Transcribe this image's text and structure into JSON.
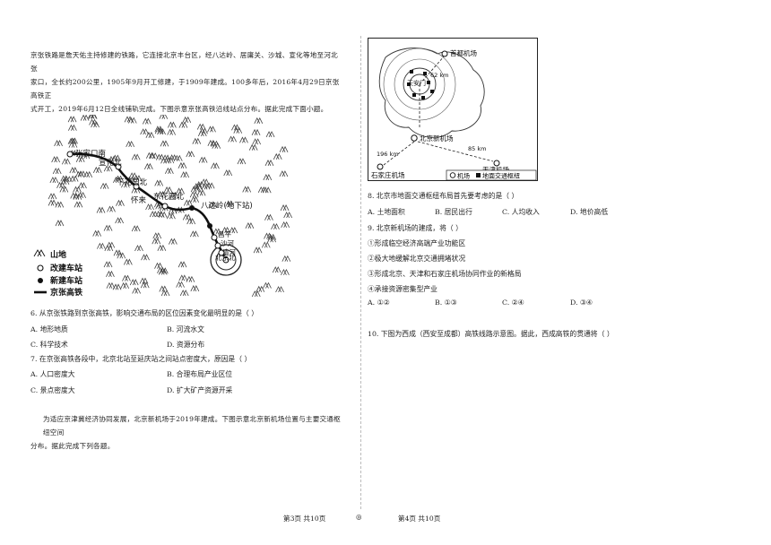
{
  "left": {
    "intro": [
      "京张铁路是詹天佑主持修建的铁路，它连接北京丰台区，经八达岭、居庸关、沙城、宣化等地至河北张",
      "家口，全长约200公里，1905年9月开工修建，于1909年建成。100多年后，2016年4月29日京张高铁正",
      "式开工，2019年6月12日全线铺轨完成。下图示意京张高铁沿线站点分布。据此完成下面小题。"
    ],
    "map1": {
      "stations": [
        "张家口南",
        "宣化北",
        "下花园北",
        "怀来",
        "东花园北",
        "八达岭(地下站)",
        "昌平",
        "沙河",
        "清河",
        "北京北"
      ],
      "legend": [
        "山地",
        "改建车站",
        "新建车站",
        "京张高铁"
      ]
    },
    "q6": {
      "text": "6. 从京张铁路到京张高铁，影响交通布局的区位因素变化最明显的是（   ）",
      "options": [
        "A. 地形地质",
        "B. 河流水文",
        "C. 科学技术",
        "D. 资源分布"
      ]
    },
    "q7": {
      "text": "7. 在京张高铁各段中，北京北站至延庆站之间站点密度大，原因是（   ）",
      "options": [
        "A. 人口密度大",
        "B. 合理布局产业区位",
        "C. 景点密度大",
        "D. 扩大矿产资源开采"
      ]
    },
    "intro2": [
      "为适应京津冀经济协同发展，北京新机场于2019年建成。下图示意北京新机场位置与主要交通枢纽空间",
      "分布。据此完成下列各题。"
    ]
  },
  "right": {
    "map2": {
      "labels": [
        "首都机场",
        "天安门",
        "62 km",
        "北京新机场",
        "196 km",
        "85 km",
        "天津机场",
        "石家庄机场"
      ],
      "legend": [
        "机场",
        "地面交通枢纽"
      ]
    },
    "q8": {
      "text": "8. 北京市地面交通枢纽布局首先要考虑的是（   ）",
      "options": [
        "A. 土地面积",
        "B. 居民出行",
        "C. 人均收入",
        "D. 地价高低"
      ]
    },
    "q9": {
      "text": "9. 北京新机场的建成，将（   ）",
      "items": [
        "①形成临空经济高端产业功能区",
        "②极大地缓解北京交通拥堵状况",
        "③形成北京、天津和石家庄机场协同作业的新格局",
        "④承接资源密集型产业"
      ],
      "options": [
        "A. ①②",
        "B. ①③",
        "C. ②④",
        "D. ③④"
      ]
    },
    "q10": {
      "text": "10. 下图为西成（西安至成都）高铁线路示意图。据此，西成高铁的贯通将（   ）"
    }
  },
  "footer": {
    "left": "第3页  共10页",
    "mid": "◎",
    "right": "第4页  共10页"
  }
}
